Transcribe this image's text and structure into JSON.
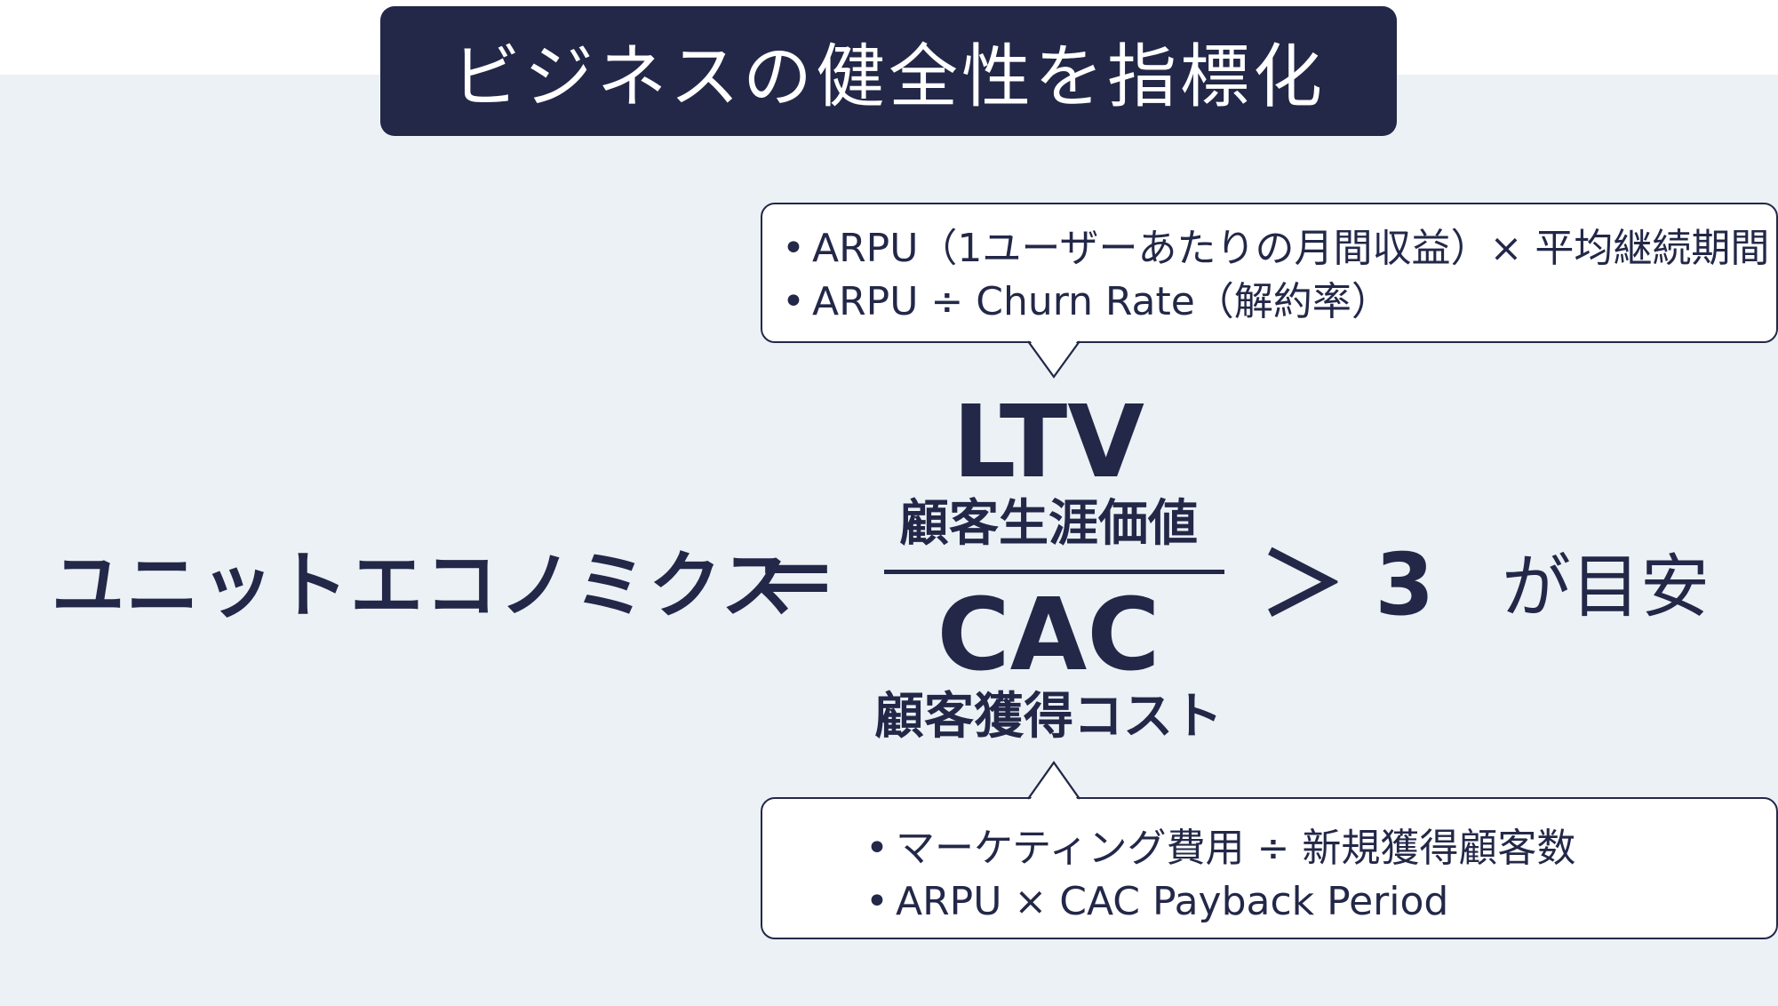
{
  "title": "ビジネスの健全性を指標化",
  "ltv_callout": {
    "items": [
      "ARPU（1ユーザーあたりの月間収益）× 平均継続期間",
      "ARPU ÷ Churn Rate（解約率）"
    ]
  },
  "formula": {
    "lhs": "ユニットエコノミクス",
    "equals": "＝",
    "numerator": "LTV",
    "numerator_label": "顧客生涯価値",
    "denominator": "CAC",
    "denominator_label": "顧客獲得コスト",
    "comparison": "＞ 3",
    "target": "が目安"
  },
  "cac_callout": {
    "items": [
      "マーケティング費用 ÷ 新規獲得顧客数",
      "ARPU × CAC Payback Period"
    ]
  },
  "colors": {
    "navy": "#232848",
    "panel": "#ecf1f6"
  }
}
